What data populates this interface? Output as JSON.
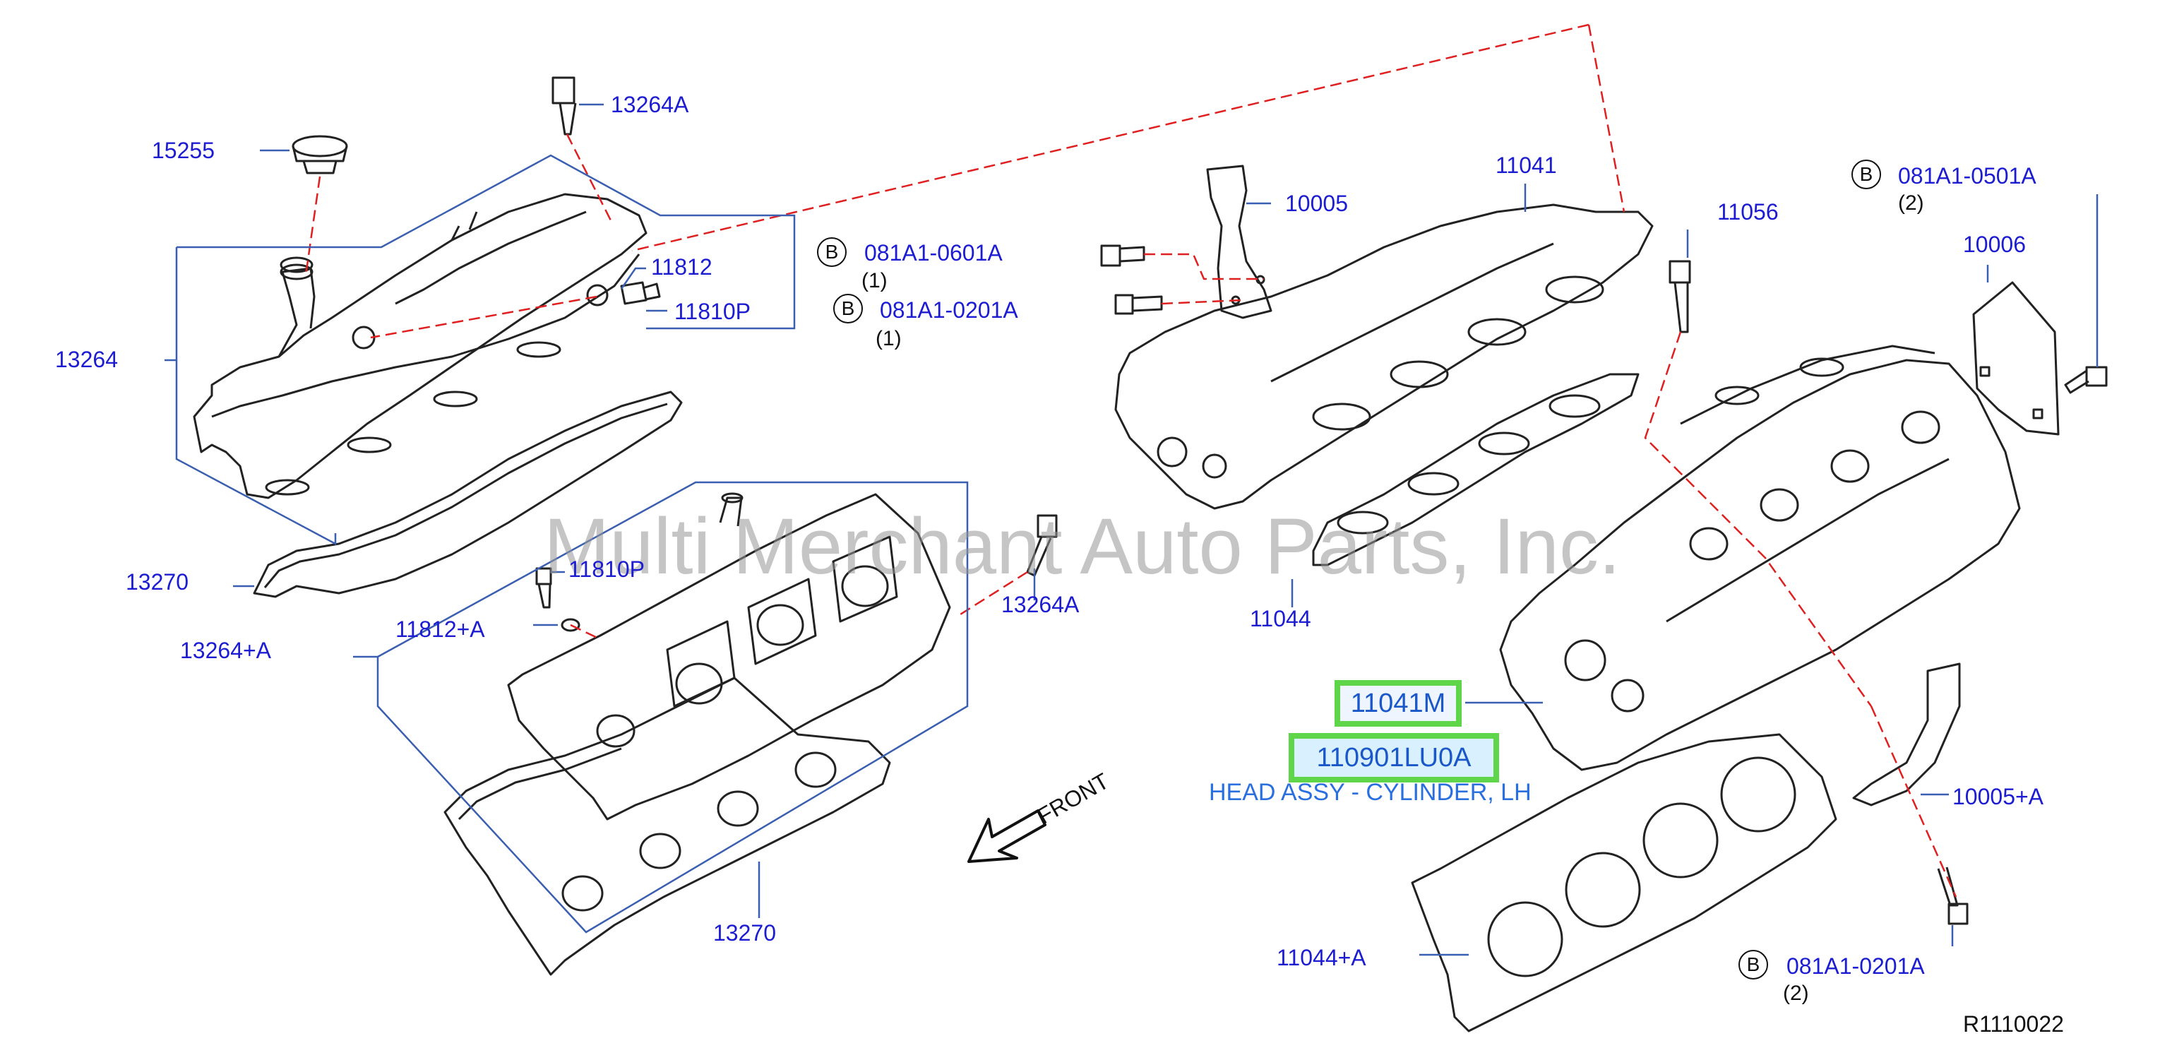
{
  "watermark": "Multi Merchant Auto Parts, Inc.",
  "diagram_ref": "R1110022",
  "front_label": "FRONT",
  "highlighted_part": {
    "part_number": "11041M",
    "oem_number": "110901LU0A",
    "description": "HEAD ASSY - CYLINDER, LH"
  },
  "callouts": {
    "c13264a_top": "13264A",
    "c15255": "15255",
    "c11812": "11812",
    "c11810p_top": "11810P",
    "c13264": "13264",
    "c13270_left": "13270",
    "c11810p_mid": "11810P",
    "c13264a_mid": "13264A",
    "c11812a": "11812+A",
    "c13264pa": "13264+A",
    "c13270_bottom": "13270",
    "c10005": "10005",
    "c11041": "11041",
    "c11056": "11056",
    "c11044": "11044",
    "c10006": "10006",
    "c10005a": "10005+A",
    "c11044a": "11044+A"
  },
  "bolts": {
    "b0601": {
      "prefix": "B",
      "number": "081A1-0601A",
      "qty": "(1)"
    },
    "b0201_top": {
      "prefix": "B",
      "number": "081A1-0201A",
      "qty": "(1)"
    },
    "b0501": {
      "prefix": "B",
      "number": "081A1-0501A",
      "qty": "(2)"
    },
    "b0201_bottom": {
      "prefix": "B",
      "number": "081A1-0201A",
      "qty": "(2)"
    }
  },
  "colors": {
    "callout_text": "#1c1cd2",
    "highlight_border": "#5fd64a",
    "description_text": "#2a6fe0",
    "dashed_leader": "#e02020",
    "leader_line": "#3a5fb0"
  }
}
